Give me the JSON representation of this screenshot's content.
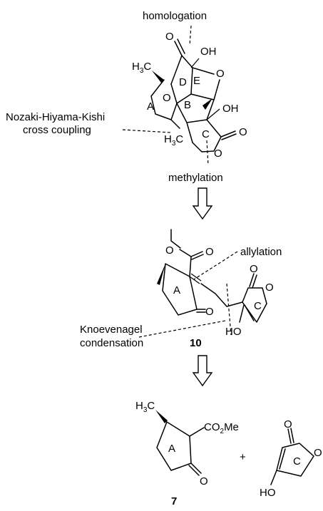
{
  "labels": {
    "homologation": "homologation",
    "nhk_line1": "Nozaki-Hiyama-Kishi",
    "nhk_line2": "cross coupling",
    "methylation": "methylation",
    "allylation": "allylation",
    "knoevenagel_line1": "Knoevenagel",
    "knoevenagel_line2": "condensation"
  },
  "compounds": {
    "intermediate": "10",
    "ketoester": "7"
  },
  "atoms": {
    "oxygen": "O",
    "hydroxyl": "OH",
    "hydroxyl_left": "HO",
    "methyl_main": "H",
    "methyl_sub": "3",
    "methyl_tail": "C",
    "ester_main": "CO",
    "ester_sub": "2",
    "ester_tail": "Me",
    "plus": "+"
  },
  "rings": {
    "a": "A",
    "b": "B",
    "c": "C",
    "d": "D",
    "e": "E"
  }
}
